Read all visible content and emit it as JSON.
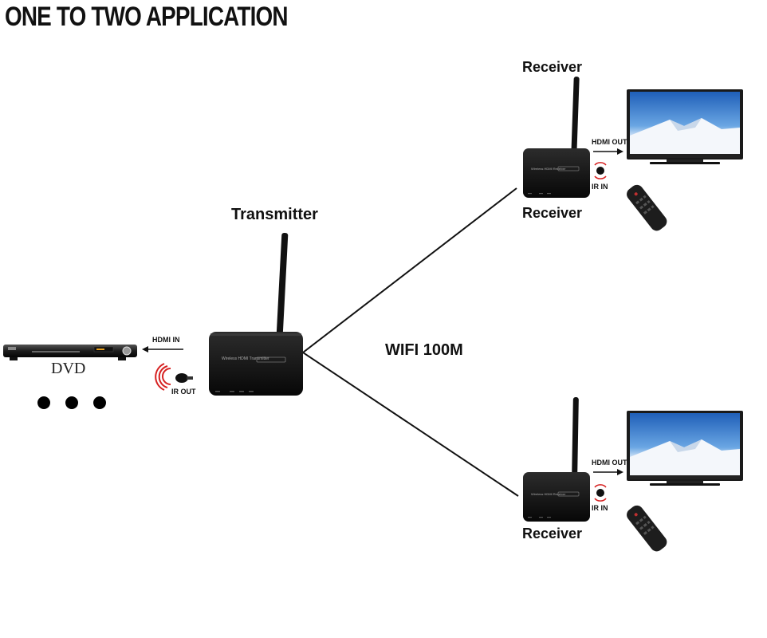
{
  "title": "ONE TO TWO APPLICATION",
  "source": {
    "device_label": "DVD",
    "hdmi_label": "HDMI IN",
    "ir_label": "IR OUT"
  },
  "transmitter": {
    "label": "Transmitter",
    "badge": "Wireless HDMI  Transmitter"
  },
  "link_label": "WIFI 100M",
  "receivers": [
    {
      "label_top": "Receiver",
      "label_bottom": "Receiver",
      "hdmi_label": "HDMI OUT",
      "ir_label": "IR IN",
      "badge": "Wireless HDMI  Receiver"
    },
    {
      "label_bottom": "Receiver",
      "hdmi_label": "HDMI OUT",
      "ir_label": "IR IN",
      "badge": "Wireless HDMI  Receiver"
    }
  ],
  "colors": {
    "device": "#141414",
    "ir_waves": "#d62020",
    "screen_sky": "#3a7fd0",
    "line": "#111111"
  }
}
